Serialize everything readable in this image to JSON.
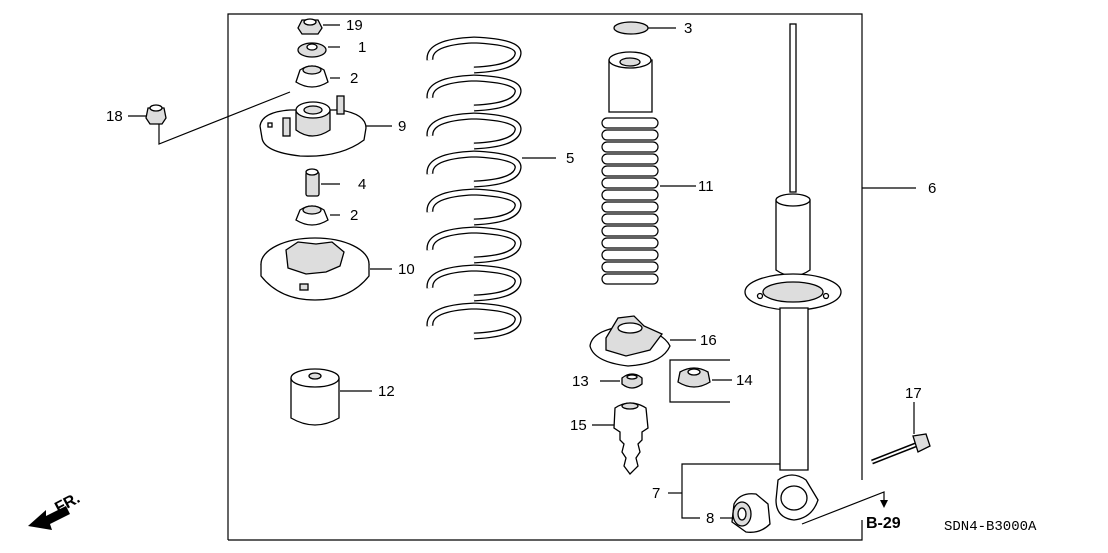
{
  "diagram": {
    "callouts": [
      "19",
      "1",
      "2",
      "18",
      "9",
      "4",
      "2",
      "10",
      "12",
      "5",
      "3",
      "11",
      "16",
      "13",
      "14",
      "15",
      "6",
      "17",
      "7",
      "8"
    ],
    "reference": "B-29",
    "direction_label": "FR.",
    "diagram_code": "SDN4-B3000A"
  }
}
